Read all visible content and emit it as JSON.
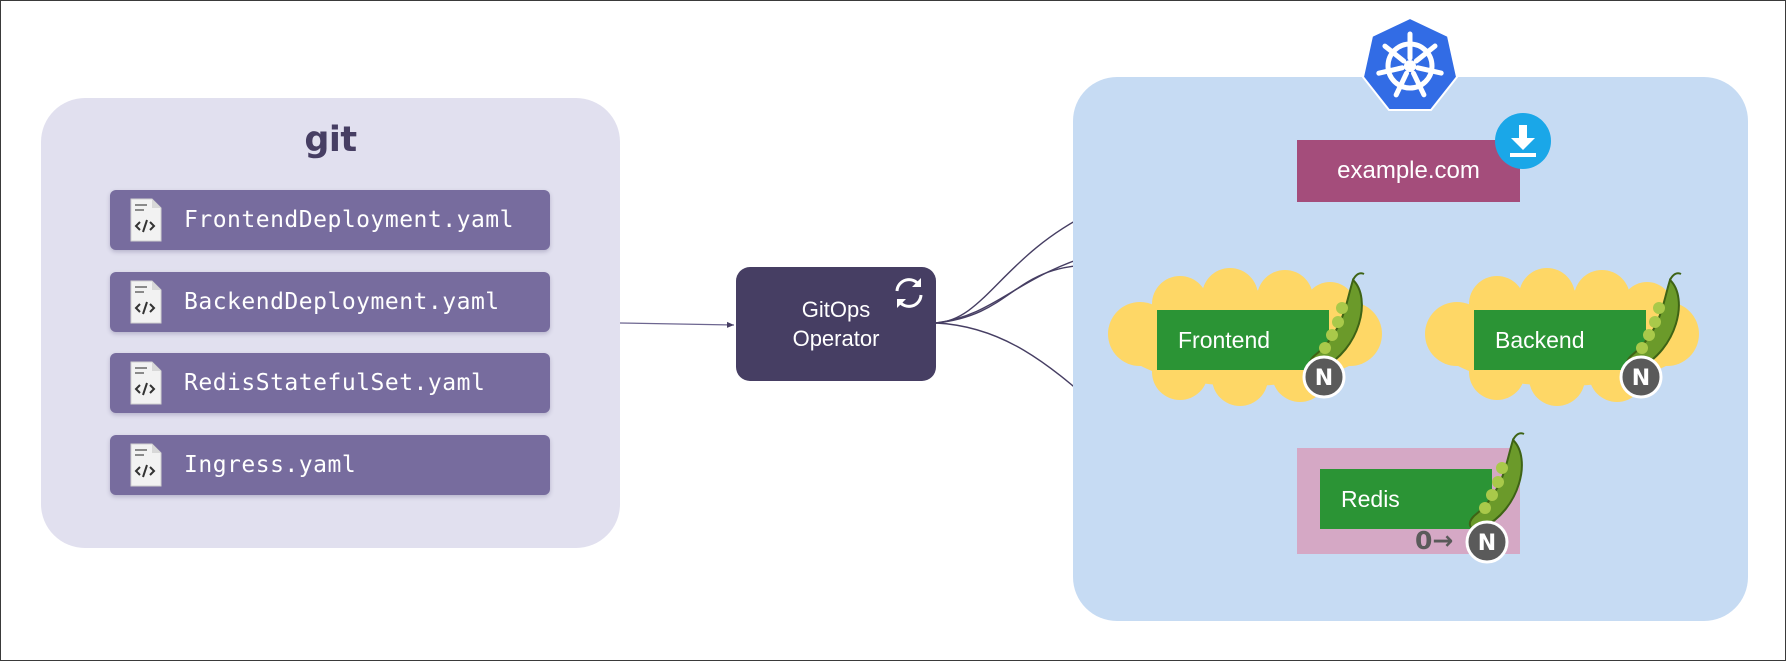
{
  "git": {
    "title": "git",
    "files": [
      {
        "name": "FrontendDeployment.yaml",
        "icon": "code-file-icon"
      },
      {
        "name": "BackendDeployment.yaml",
        "icon": "code-file-icon"
      },
      {
        "name": "RedisStatefulSet.yaml",
        "icon": "code-file-icon"
      },
      {
        "name": "Ingress.yaml",
        "icon": "code-file-icon"
      }
    ]
  },
  "operator": {
    "line1": "GitOps",
    "line2": "Operator",
    "icon": "sync-icon"
  },
  "cluster": {
    "icon": "kubernetes-icon",
    "ingress": {
      "label": "example.com",
      "icon": "download-icon"
    },
    "services": [
      {
        "label": "Frontend",
        "icon": "peapod-icon",
        "badge": "N"
      },
      {
        "label": "Backend",
        "icon": "peapod-icon",
        "badge": "N"
      },
      {
        "label": "Redis",
        "icon": "peapod-icon",
        "badge": "N",
        "scale_prefix": "0→"
      }
    ]
  },
  "colors": {
    "git_panel": "#e1e0ef",
    "file_card": "#776c9e",
    "operator": "#463e63",
    "cluster": "#c6dbf3",
    "ingress": "#a44d7b",
    "service": "#2b9435",
    "cloud": "#fed766",
    "redis_bg": "#d5a8c5",
    "k8s_blue": "#326ce5",
    "badge": "#5a5a5a"
  }
}
